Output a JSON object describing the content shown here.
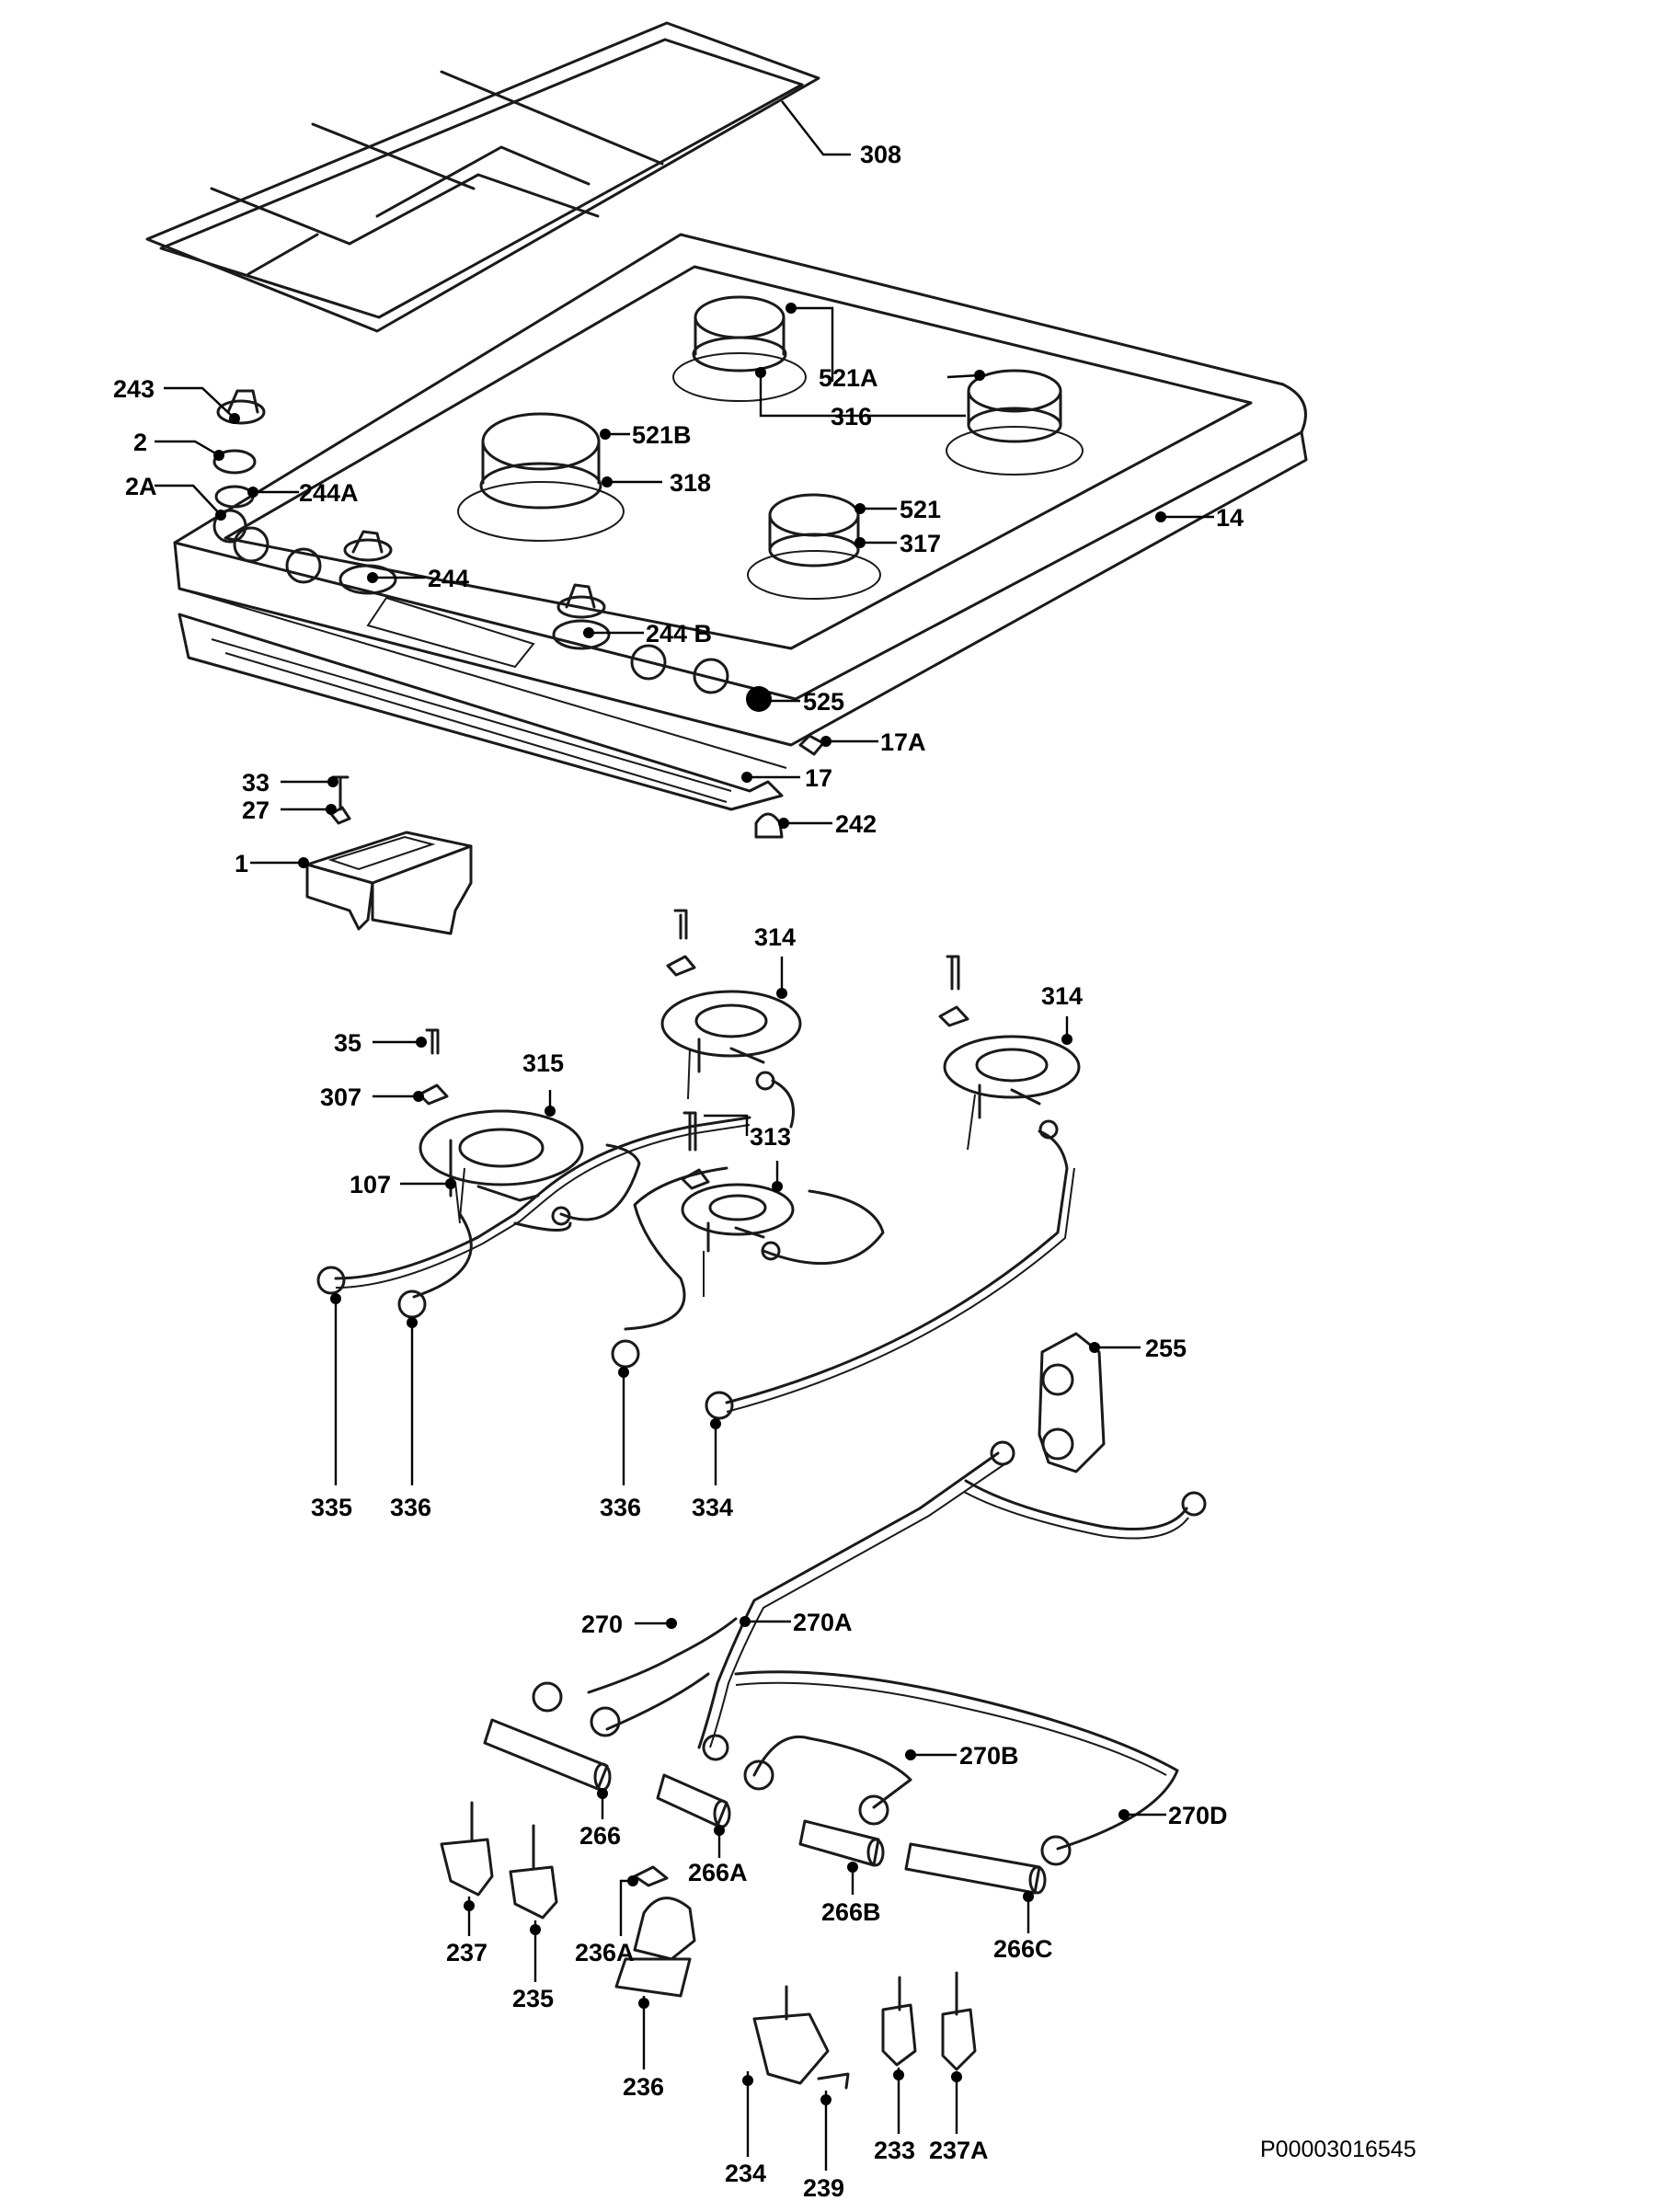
{
  "diagram": {
    "figure_code": "P00003016545",
    "callouts": [
      {
        "id": "308",
        "text": "308"
      },
      {
        "id": "521A",
        "text": "521A"
      },
      {
        "id": "316",
        "text": "316"
      },
      {
        "id": "243",
        "text": "243"
      },
      {
        "id": "2",
        "text": "2"
      },
      {
        "id": "2A",
        "text": "2A"
      },
      {
        "id": "244A",
        "text": "244A"
      },
      {
        "id": "521B",
        "text": "521B"
      },
      {
        "id": "318",
        "text": "318"
      },
      {
        "id": "521",
        "text": "521"
      },
      {
        "id": "317",
        "text": "317"
      },
      {
        "id": "14",
        "text": "14"
      },
      {
        "id": "244",
        "text": "244"
      },
      {
        "id": "244B",
        "text": "244 B"
      },
      {
        "id": "525",
        "text": "525"
      },
      {
        "id": "17A",
        "text": "17A"
      },
      {
        "id": "17",
        "text": "17"
      },
      {
        "id": "242",
        "text": "242"
      },
      {
        "id": "33",
        "text": "33"
      },
      {
        "id": "27",
        "text": "27"
      },
      {
        "id": "1",
        "text": "1"
      },
      {
        "id": "314a",
        "text": "314"
      },
      {
        "id": "314b",
        "text": "314"
      },
      {
        "id": "35",
        "text": "35"
      },
      {
        "id": "315",
        "text": "315"
      },
      {
        "id": "307",
        "text": "307"
      },
      {
        "id": "313",
        "text": "313"
      },
      {
        "id": "107",
        "text": "107"
      },
      {
        "id": "255",
        "text": "255"
      },
      {
        "id": "335",
        "text": "335"
      },
      {
        "id": "336a",
        "text": "336"
      },
      {
        "id": "336b",
        "text": "336"
      },
      {
        "id": "334",
        "text": "334"
      },
      {
        "id": "270",
        "text": "270"
      },
      {
        "id": "270A",
        "text": "270A"
      },
      {
        "id": "270B",
        "text": "270B"
      },
      {
        "id": "270D",
        "text": "270D"
      },
      {
        "id": "266",
        "text": "266"
      },
      {
        "id": "266A",
        "text": "266A"
      },
      {
        "id": "266B",
        "text": "266B"
      },
      {
        "id": "266C",
        "text": "266C"
      },
      {
        "id": "237",
        "text": "237"
      },
      {
        "id": "235",
        "text": "235"
      },
      {
        "id": "236A",
        "text": "236A"
      },
      {
        "id": "236",
        "text": "236"
      },
      {
        "id": "234",
        "text": "234"
      },
      {
        "id": "239",
        "text": "239"
      },
      {
        "id": "233",
        "text": "233"
      },
      {
        "id": "237A",
        "text": "237A"
      }
    ]
  }
}
